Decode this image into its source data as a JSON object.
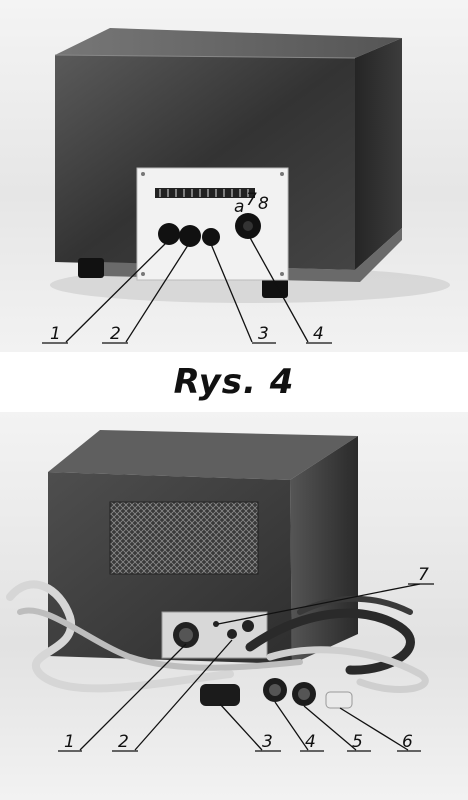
{
  "caption": "Rys. 4",
  "top_photo": {
    "callouts": [
      "1",
      "2",
      "3",
      "4"
    ],
    "dial_marks": [
      "a",
      "7",
      "8"
    ]
  },
  "bottom_photo": {
    "callouts": [
      "1",
      "2",
      "3",
      "4",
      "5",
      "6",
      "7"
    ]
  },
  "colors": {
    "cabinet": "#3a3a3a",
    "panel": "#f2f2f2",
    "background": "#e4e4e4"
  }
}
